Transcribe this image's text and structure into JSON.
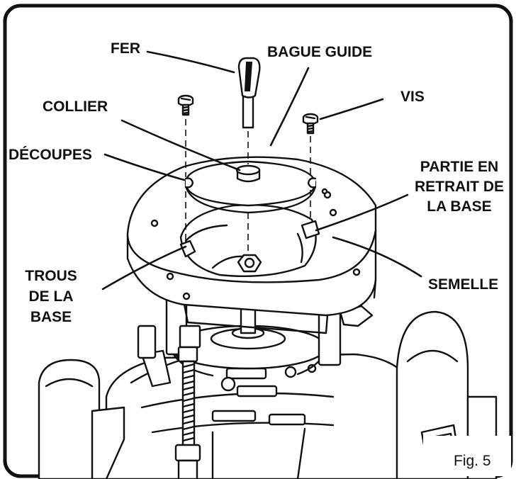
{
  "labels": {
    "fer": "FER",
    "bague_guide": "BAGUE GUIDE",
    "collier": "COLLIER",
    "vis": "VIS",
    "decoupes": "DÉCOUPES",
    "partie_en_retrait": [
      "PARTIE EN",
      "RETRAIT DE",
      "LA BASE"
    ],
    "trous_de_la_base": [
      "TROUS",
      "DE LA",
      "BASE"
    ],
    "semelle": "SEMELLE"
  },
  "figure_caption": "Fig. 5"
}
